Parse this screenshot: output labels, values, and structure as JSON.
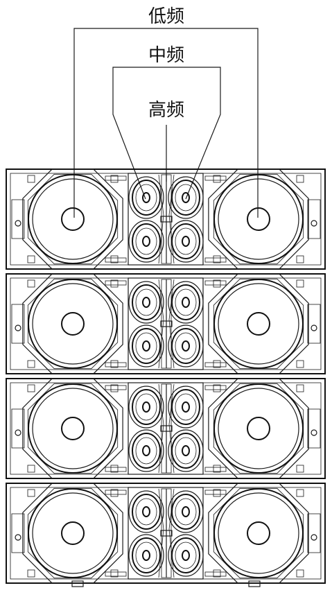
{
  "labels": {
    "low": "低频",
    "mid": "中频",
    "high": "高频"
  },
  "diagram": {
    "cabinet_count": 4,
    "woofers_per_cabinet": 2,
    "midrange_per_cabinet": 4,
    "line_color": "#1a1a1a",
    "background": "#ffffff"
  }
}
